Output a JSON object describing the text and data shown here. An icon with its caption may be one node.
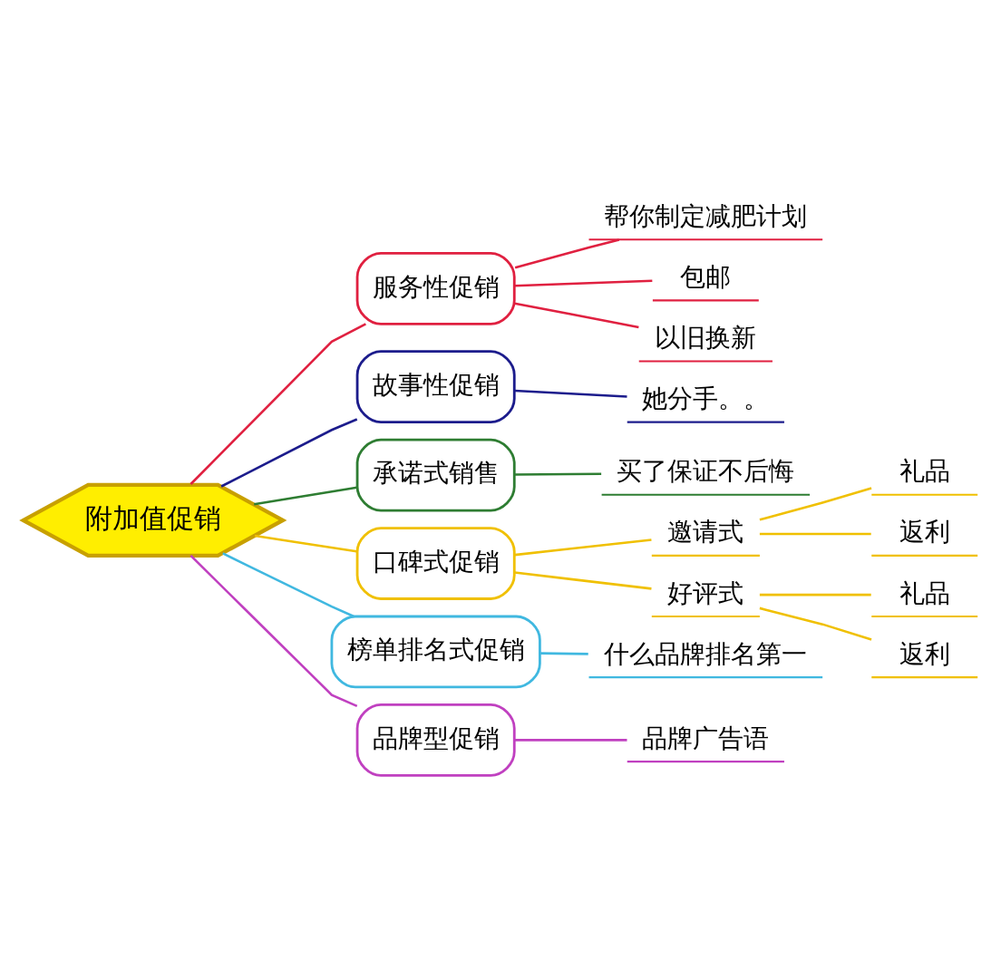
{
  "diagram": {
    "nodes": [
      {
        "text": [
          "附加值促销"
        ]
      },
      {
        "text": [
          "服务性促销"
        ]
      },
      {
        "text": [
          "帮你制定减肥计划"
        ]
      },
      {
        "text": [
          "包邮"
        ]
      },
      {
        "text": [
          "以旧换新"
        ]
      },
      {
        "text": [
          "故事性促销"
        ]
      },
      {
        "text": [
          "她分手。。"
        ]
      },
      {
        "text": [
          "承诺式销售"
        ]
      },
      {
        "text": [
          "买了保证不后悔"
        ]
      },
      {
        "text": [
          "口碑式促销"
        ]
      },
      {
        "text": [
          "邀请式"
        ]
      },
      {
        "text": [
          "礼品"
        ]
      },
      {
        "text": [
          "返利"
        ]
      },
      {
        "text": [
          "好评式"
        ]
      },
      {
        "text": [
          "礼品"
        ]
      },
      {
        "text": [
          "返利"
        ]
      },
      {
        "text": [
          "榜单排名式促销"
        ]
      },
      {
        "text": [
          "什么品牌排名第一"
        ]
      },
      {
        "text": [
          "品牌型促销"
        ]
      },
      {
        "text": [
          "品牌广告语"
        ]
      }
    ],
    "edges": [
      {
        "from": 0,
        "to": 1,
        "arrow": "none",
        "color": "#e02040"
      },
      {
        "from": 1,
        "to": 2,
        "arrow": "none",
        "color": "#e02040"
      },
      {
        "from": 1,
        "to": 3,
        "arrow": "none",
        "color": "#e02040"
      },
      {
        "from": 1,
        "to": 4,
        "arrow": "none",
        "color": "#e02040"
      },
      {
        "from": 0,
        "to": 5,
        "arrow": "none",
        "color": "#1c1c8c"
      },
      {
        "from": 5,
        "to": 6,
        "arrow": "none",
        "color": "#1c1c8c"
      },
      {
        "from": 0,
        "to": 7,
        "arrow": "none",
        "color": "#2e7d32"
      },
      {
        "from": 7,
        "to": 8,
        "arrow": "none",
        "color": "#2e7d32"
      },
      {
        "from": 0,
        "to": 9,
        "arrow": "none",
        "color": "#f0c000"
      },
      {
        "from": 9,
        "to": 10,
        "arrow": "none",
        "color": "#f0c000"
      },
      {
        "from": 10,
        "to": 11,
        "arrow": "none",
        "color": "#f0c000"
      },
      {
        "from": 10,
        "to": 12,
        "arrow": "none",
        "color": "#f0c000"
      },
      {
        "from": 9,
        "to": 13,
        "arrow": "none",
        "color": "#f0c000"
      },
      {
        "from": 13,
        "to": 14,
        "arrow": "none",
        "color": "#f0c000"
      },
      {
        "from": 13,
        "to": 15,
        "arrow": "none",
        "color": "#f0c000"
      },
      {
        "from": 0,
        "to": 16,
        "arrow": "none",
        "color": "#40b8e0"
      },
      {
        "from": 16,
        "to": 17,
        "arrow": "none",
        "color": "#40b8e0"
      },
      {
        "from": 0,
        "to": 18,
        "arrow": "none",
        "color": "#c040c0"
      },
      {
        "from": 18,
        "to": 19,
        "arrow": "none",
        "color": "#c040c0"
      }
    ]
  }
}
